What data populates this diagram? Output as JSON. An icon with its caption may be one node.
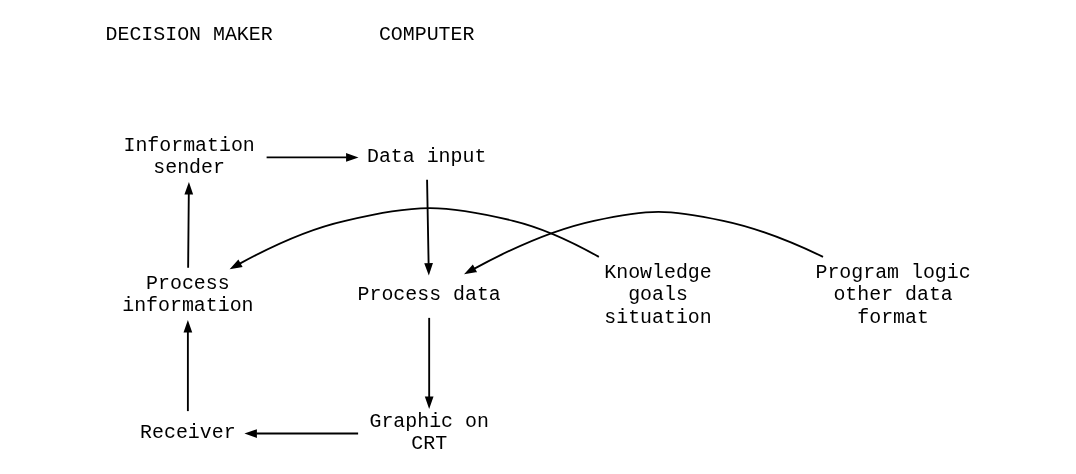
{
  "diagram": {
    "nodes": [
      {
        "text": [
          "Information sender"
        ]
      },
      {
        "text": [
          "Data input"
        ]
      },
      {
        "text": [
          "Knowledge goals situation"
        ]
      },
      {
        "text": [
          "Process information"
        ]
      },
      {
        "text": [
          "Process data"
        ]
      },
      {
        "text": [
          "Program logic other data format"
        ]
      },
      {
        "text": [
          "Receiver"
        ]
      },
      {
        "text": [
          "Graphic on CRT"
        ]
      }
    ],
    "edges": [
      {
        "from": 0,
        "to": 1,
        "arrow": "to"
      },
      {
        "from": 1,
        "to": 4,
        "arrow": "to"
      },
      {
        "from": 5,
        "to": 4,
        "arrow": "to"
      },
      {
        "from": 4,
        "to": 7,
        "arrow": "to"
      },
      {
        "from": 7,
        "to": 6,
        "arrow": "to"
      },
      {
        "from": 6,
        "to": 3,
        "arrow": "to"
      },
      {
        "from": 3,
        "to": 0,
        "arrow": "to"
      },
      {
        "from": 2,
        "to": 3,
        "arrow": "to"
      }
    ],
    "labels": [
      "DECISION MAKER",
      "COMPUTER"
    ]
  }
}
